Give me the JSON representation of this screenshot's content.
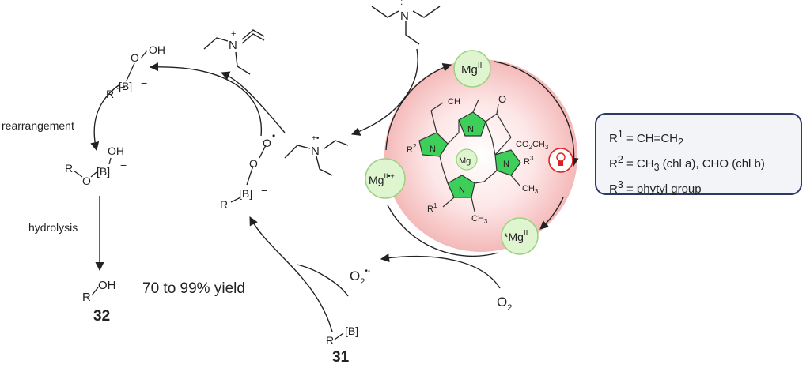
{
  "labels": {
    "mg_top": "Mg",
    "mg_top_sup": "II",
    "mg_excited": "*Mg",
    "mg_excited_sup": "II",
    "mg_radical_cation": "Mg",
    "mg_radical_cation_sup": "II•+",
    "mg_center": "Mg",
    "rearrangement": "rearrangement",
    "hydrolysis": "hydrolysis",
    "yield": "70 to 99% yield",
    "o2": "O",
    "o2_sub": "2",
    "superoxide": "O",
    "superoxide_sub": "2",
    "superoxide_sup": "•-",
    "boron": "[B]",
    "r": "R",
    "oh": "OH",
    "o": "O",
    "n": "N",
    "minus": "−",
    "plus_dot": "+•",
    "plus": "+",
    "ch3": "CH",
    "co2ch3": "CO",
    "co2ch3_tail": "CH",
    "r1": "R",
    "r2": "R",
    "r3": "R"
  },
  "compounds": {
    "product": "32",
    "substrate": "31"
  },
  "legend": {
    "r1": {
      "label": "R",
      "sup": "1",
      "text": " = CH=CH",
      "sub": "2"
    },
    "r2": {
      "label": "R",
      "sup": "2",
      "text": " = CH",
      "sub": "3",
      "text2": " (chl a), CHO (chl b)"
    },
    "r3": {
      "label": "R",
      "sup": "3",
      "text": " = phytyl group"
    }
  },
  "colors": {
    "pink_glow": "#f6c6c6",
    "green_pyrrole": "#3ecf5a",
    "green_circle": "#dff5cf",
    "green_circle_stroke": "#9ad27f",
    "bulb_red": "#e02020",
    "legend_border": "#2b3a67"
  },
  "icons": [
    "light-bulb-icon"
  ]
}
